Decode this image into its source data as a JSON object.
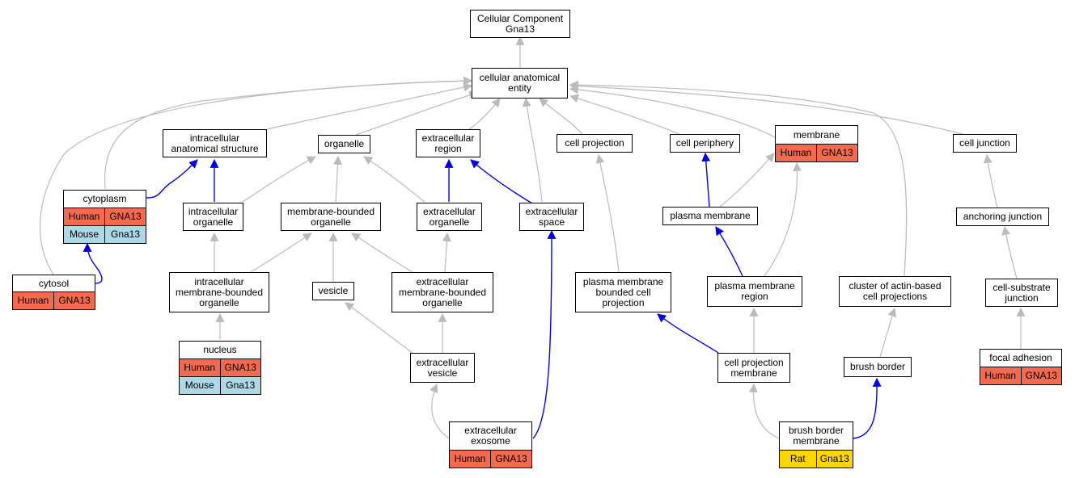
{
  "colors": {
    "human": "#f46a4e",
    "mouse": "#add8e6",
    "rat": "#ffd700",
    "edge_gray": "#bbbbbb",
    "edge_blue": "#0000ee"
  },
  "nodes": {
    "root": {
      "label": "Cellular Component\nGna13"
    },
    "cae": {
      "label": "cellular anatomical\nentity"
    },
    "ias": {
      "label": "intracellular\nanatomical structure"
    },
    "organelle": {
      "label": "organelle"
    },
    "ecr": {
      "label": "extracellular\nregion"
    },
    "cellproj": {
      "label": "cell projection"
    },
    "cellper": {
      "label": "cell periphery"
    },
    "membrane": {
      "label": "membrane",
      "species": [
        [
          "Human",
          "GNA13"
        ]
      ]
    },
    "celljunc": {
      "label": "cell junction"
    },
    "cytoplasm": {
      "label": "cytoplasm",
      "species": [
        [
          "Human",
          "GNA13"
        ],
        [
          "Mouse",
          "Gna13"
        ]
      ]
    },
    "icorg": {
      "label": "intracellular\norganelle"
    },
    "mborg": {
      "label": "membrane-bounded\norganelle"
    },
    "ecorg": {
      "label": "extracellular\norganelle"
    },
    "ecspace": {
      "label": "extracellular\nspace"
    },
    "pm": {
      "label": "plasma membrane"
    },
    "anchor": {
      "label": "anchoring junction"
    },
    "cytosol": {
      "label": "cytosol",
      "species": [
        [
          "Human",
          "GNA13"
        ]
      ]
    },
    "icmbo": {
      "label": "intracellular\nmembrane-bounded\norganelle"
    },
    "vesicle": {
      "label": "vesicle"
    },
    "ecmbo": {
      "label": "extracellular\nmembrane-bounded\norganelle"
    },
    "pmbcp": {
      "label": "plasma membrane\nbounded cell\nprojection"
    },
    "pmr": {
      "label": "plasma membrane\nregion"
    },
    "cabcp": {
      "label": "cluster of actin-based\ncell projections"
    },
    "csj": {
      "label": "cell-substrate\njunction"
    },
    "nucleus": {
      "label": "nucleus",
      "species": [
        [
          "Human",
          "GNA13"
        ],
        [
          "Mouse",
          "Gna13"
        ]
      ]
    },
    "ecves": {
      "label": "extracellular\nvesicle"
    },
    "cpm": {
      "label": "cell projection\nmembrane"
    },
    "bb": {
      "label": "brush border"
    },
    "fa": {
      "label": "focal adhesion",
      "species": [
        [
          "Human",
          "GNA13"
        ]
      ]
    },
    "exo": {
      "label": "extracellular\nexosome",
      "species": [
        [
          "Human",
          "GNA13"
        ]
      ]
    },
    "bbm": {
      "label": "brush border\nmembrane",
      "species": [
        [
          "Rat",
          "Gna13"
        ]
      ]
    }
  }
}
